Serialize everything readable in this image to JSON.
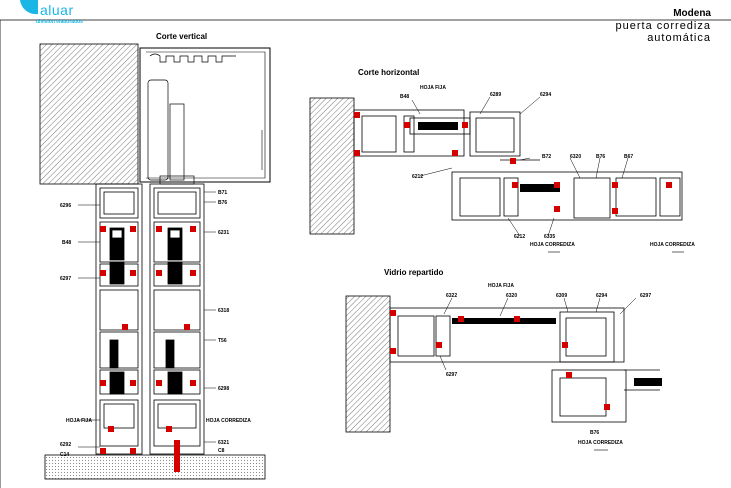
{
  "brand": {
    "name": "aluar",
    "subtitle": "división elaborados",
    "color": "#19b6e6"
  },
  "title_block": {
    "series": "Modena",
    "product_line1": "puerta corrediza",
    "product_line2": "automática"
  },
  "sections": {
    "vertical": "Corte vertical",
    "horizontal": "Corte horizontal",
    "split_glass": "Vidrio repartido"
  },
  "vertical_labels": {
    "left": [
      "6296",
      "B48",
      "6297",
      "HOJA FIJA",
      "6292",
      "C14"
    ],
    "right": [
      "B71",
      "B76",
      "6231",
      "6318",
      "T56",
      "6298",
      "HOJA CORREDIZA",
      "6321",
      "C8"
    ]
  },
  "horizontal_labels": {
    "hoja_fija": "HOJA FIJA",
    "items": [
      "B48",
      "6289",
      "6294",
      "B72",
      "6320",
      "B76",
      "B67",
      "6212",
      "6212",
      "6335"
    ],
    "hoja_corrediza_1": "HOJA CORREDIZA",
    "hoja_corrediza_2": "HOJA CORREDIZA"
  },
  "split_labels": {
    "hoja_fija": "HOJA FIJA",
    "items": [
      "6322",
      "6320",
      "6309",
      "6297",
      "6294",
      "6297"
    ],
    "bottom": "B76",
    "hoja_corrediza": "HOJA CORREDIZA"
  },
  "colors": {
    "line": "#000000",
    "gasket": "#d40000",
    "hatch": "#555555"
  }
}
